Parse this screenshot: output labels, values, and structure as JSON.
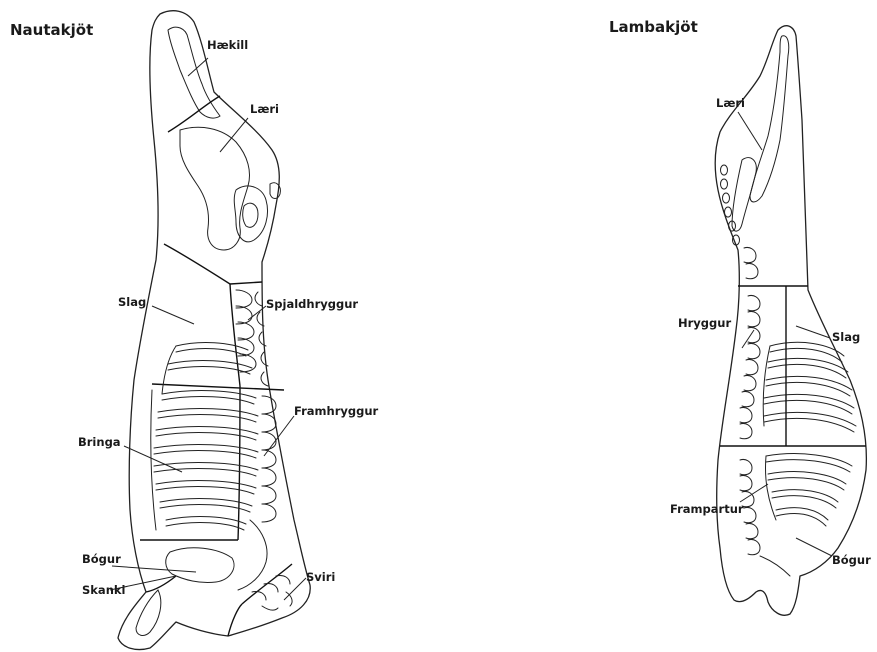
{
  "beef": {
    "title": "Nautakjöt",
    "labels": {
      "haekill": "Hækill",
      "laeri": "Læri",
      "slag": "Slag",
      "spjaldhryggur": "Spjaldhryggur",
      "framhryggur": "Framhryggur",
      "bringa": "Bringa",
      "bogur": "Bógur",
      "skanki": "Skanki",
      "sviri": "Sviri"
    }
  },
  "lamb": {
    "title": "Lambakjöt",
    "labels": {
      "laeri": "Læri",
      "hryggur": "Hryggur",
      "slag": "Slag",
      "frampartur": "Frampartur",
      "bogur": "Bógur"
    }
  }
}
